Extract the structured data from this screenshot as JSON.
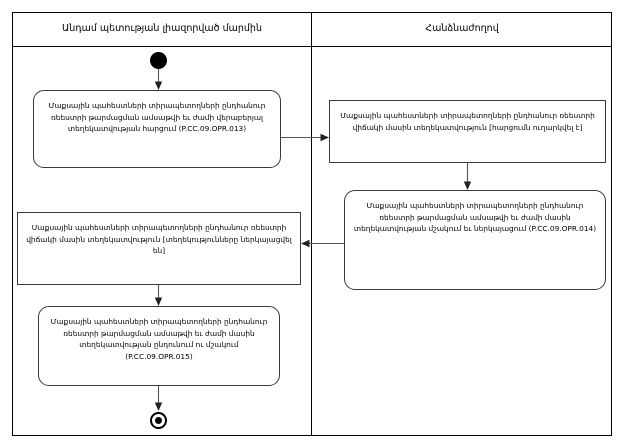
{
  "diagram": {
    "type": "uml-activity-diagram",
    "lanes": [
      {
        "id": "lane-left",
        "title": "Անդամ պետության լիազորված մարմին"
      },
      {
        "id": "lane-right",
        "title": "Հանձնաժողով"
      }
    ],
    "control_nodes": {
      "initial": {
        "name": "initial-node",
        "shape": "filled-circle"
      },
      "final": {
        "name": "final-node",
        "shape": "bullseye"
      }
    },
    "nodes": [
      {
        "id": "opr-013",
        "lane": "lane-left",
        "shape": "rounded-rectangle",
        "text": "Մաքսային պահեստների տիրապետողների ընդհանուր ռեեստրի թարմացման ամսաթվի եւ ժամի վերաբերյալ տեղեկատվության հարցում (P.CC.09.OPR.013)"
      },
      {
        "id": "signal-request-sent",
        "lane": "lane-right",
        "shape": "rectangle",
        "text": "Մաքսային պահեստների տիրապետողների ընդհանուր ռեեստրի վիճակի մասին տեղեկատվություն [հարցումն ուղարկվել է]"
      },
      {
        "id": "opr-014",
        "lane": "lane-right",
        "shape": "rounded-rectangle",
        "text": "Մաքսային պահեստների տիրապետողների ընդհանուր ռեեստրի թարմացման ամսաթվի եւ ժամի մասին տեղեկատվության մշակում եւ ներկայացում (P.CC.09.OPR.014)"
      },
      {
        "id": "signal-info-provided",
        "lane": "lane-left",
        "shape": "rectangle",
        "text": "Մաքսային պահեստների տիրապետողների  ընդհանուր ռեեստրի վիճակի մասին տեղեկատվություն [տեղեկությունները ներկայացվել են]"
      },
      {
        "id": "opr-015",
        "lane": "lane-left",
        "shape": "rounded-rectangle",
        "text": "Մաքսային պահեստների տիրապետողների ընդհանուր ռեեստրի թարմացման ամսաթվի եւ ժամի մասին տեղեկատվության ընդունում ու մշակում (P.CC.09.OPR.015)"
      }
    ],
    "edges": [
      {
        "from": "initial-node",
        "to": "opr-013",
        "direction": "down"
      },
      {
        "from": "opr-013",
        "to": "signal-request-sent",
        "direction": "right"
      },
      {
        "from": "signal-request-sent",
        "to": "opr-014",
        "direction": "down"
      },
      {
        "from": "opr-014",
        "to": "signal-info-provided",
        "direction": "left"
      },
      {
        "from": "signal-info-provided",
        "to": "opr-015",
        "direction": "down"
      },
      {
        "from": "opr-015",
        "to": "final-node",
        "direction": "down"
      }
    ],
    "colors": {
      "frame": "#000000",
      "node_border": "#3a3a3a",
      "edge": "#555555",
      "background": "#ffffff"
    }
  }
}
